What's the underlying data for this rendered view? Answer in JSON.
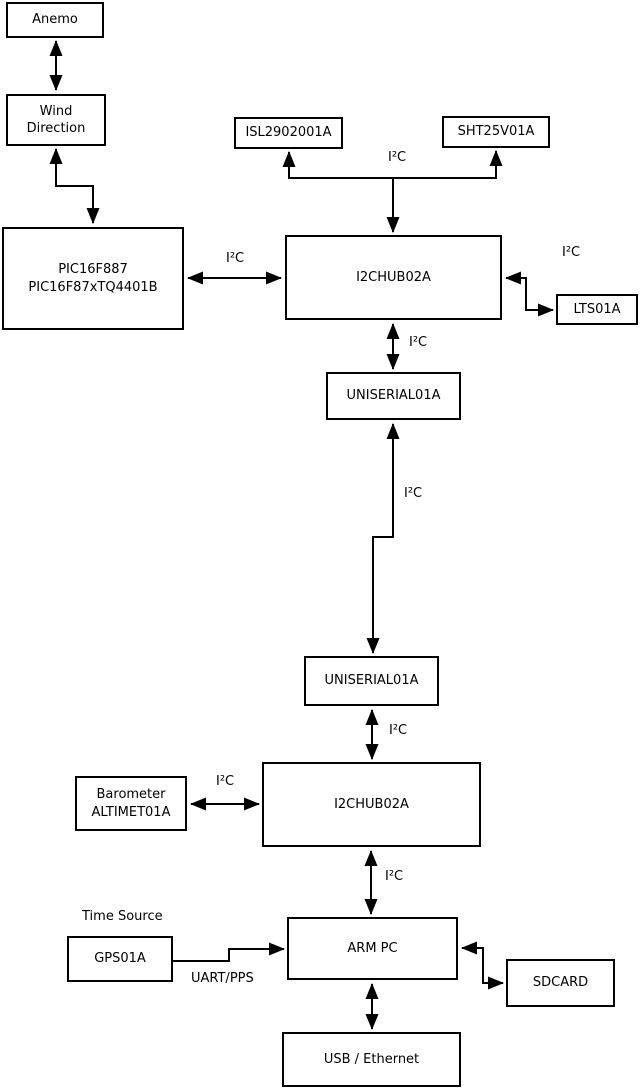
{
  "nodes": {
    "anemo": {
      "label": "Anemo"
    },
    "wind": {
      "line1": "Wind",
      "line2": "Direction"
    },
    "pic": {
      "line1": "PIC16F887",
      "line2": "PIC16F87xTQ4401B"
    },
    "isl": {
      "label": "ISL2902001A"
    },
    "sht": {
      "label": "SHT25V01A"
    },
    "hub1": {
      "label": "I2CHUB02A"
    },
    "lts": {
      "label": "LTS01A"
    },
    "uni1": {
      "label": "UNISERIAL01A"
    },
    "uni2": {
      "label": "UNISERIAL01A"
    },
    "hub2": {
      "label": "I2CHUB02A"
    },
    "baro": {
      "line1": "Barometer",
      "line2": "ALTIMET01A"
    },
    "gps": {
      "label": "GPS01A"
    },
    "armpc": {
      "label": "ARM PC"
    },
    "sdcard": {
      "label": "SDCARD"
    },
    "usb": {
      "label": "USB / Ethernet"
    }
  },
  "edge_labels": {
    "i2c": "I²C",
    "uart_pps": "UART/PPS",
    "time_source": "Time Source"
  },
  "colors": {
    "background": "#ffffff",
    "line": "#000000",
    "text": "#000000"
  }
}
